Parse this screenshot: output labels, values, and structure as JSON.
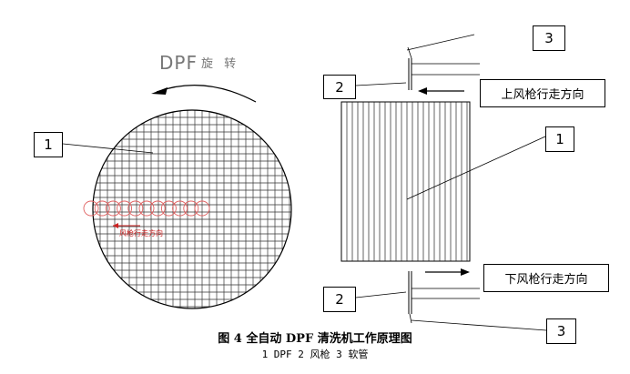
{
  "callouts": {
    "left_filter": "1",
    "right_filter": "1",
    "upper_gun": "2",
    "lower_gun": "2",
    "upper_hose": "3",
    "lower_hose": "3"
  },
  "labels": {
    "upper_direction": "上风枪行走方向",
    "lower_direction": "下风枪行走方向",
    "rotation_main": "DPF",
    "rotation_suffix": "旋 转",
    "gun_direction_small": "风枪行走方向"
  },
  "caption": {
    "title": "图 4 全自动 DPF 清洗机工作原理图",
    "legend": "1 DPF  2 风枪 3 软管"
  },
  "colors": {
    "line": "#000000",
    "grid": "#333333",
    "gun_rings": "#e06060",
    "gun_arrow": "#cc2222"
  }
}
